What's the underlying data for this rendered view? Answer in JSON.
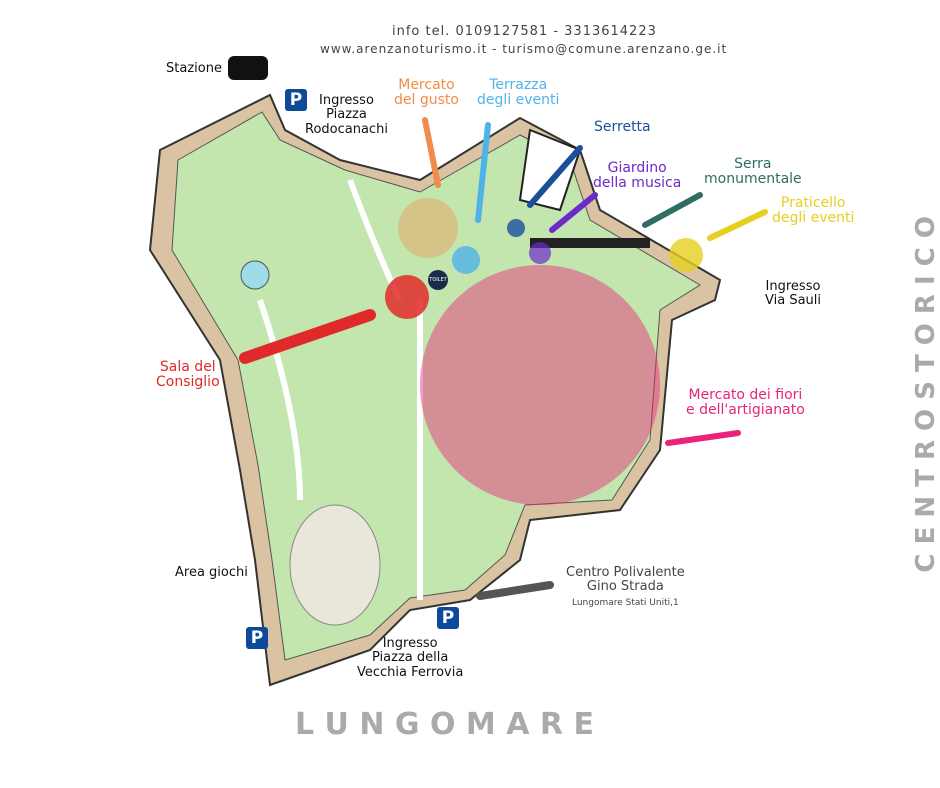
{
  "header": {
    "phone": "info tel. 0109127581 - 3313614223",
    "web": "www.arenzanoturismo.it - turismo@comune.arenzano.ge.it"
  },
  "labels": {
    "stazione": "Stazione",
    "ingresso_rodocanachi": [
      "Ingresso",
      "Piazza",
      "Rodocanachi"
    ],
    "mercato_gusto": [
      "Mercato",
      "del gusto"
    ],
    "terrazza": [
      "Terrazza",
      "degli eventi"
    ],
    "serretta": "Serretta",
    "giardino": [
      "Giardino",
      "della musica"
    ],
    "serra": [
      "Serra",
      "monumentale"
    ],
    "praticello": [
      "Praticello",
      "degli eventi"
    ],
    "ingresso_sauli": [
      "Ingresso",
      "Via Sauli"
    ],
    "sala": [
      "Sala del",
      "Consiglio"
    ],
    "mercato_fiori": [
      "Mercato dei fiori",
      "e dell'artigianato"
    ],
    "area_giochi": "Area giochi",
    "centro": [
      "Centro Polivalente",
      "Gino Strada",
      "Lungomare Stati Uniti,1"
    ],
    "ingresso_ferrovia": [
      "Ingresso",
      "Piazza della",
      "Vecchia Ferrovia"
    ],
    "lungomare": "L U N G O M A R E",
    "centro_storico": "C E N T R O   S T O R I C O",
    "parking": "P",
    "toilet": "TOILET"
  },
  "colors": {
    "orange": "#f28c4a",
    "lightblue": "#4fb3e8",
    "blue": "#1b4f9c",
    "purple": "#6a2bc9",
    "teal": "#2e6e64",
    "yellow": "#e6cf1e",
    "red": "#e02a2a",
    "pink": "#e8237a",
    "green": "#c2e6ad"
  }
}
